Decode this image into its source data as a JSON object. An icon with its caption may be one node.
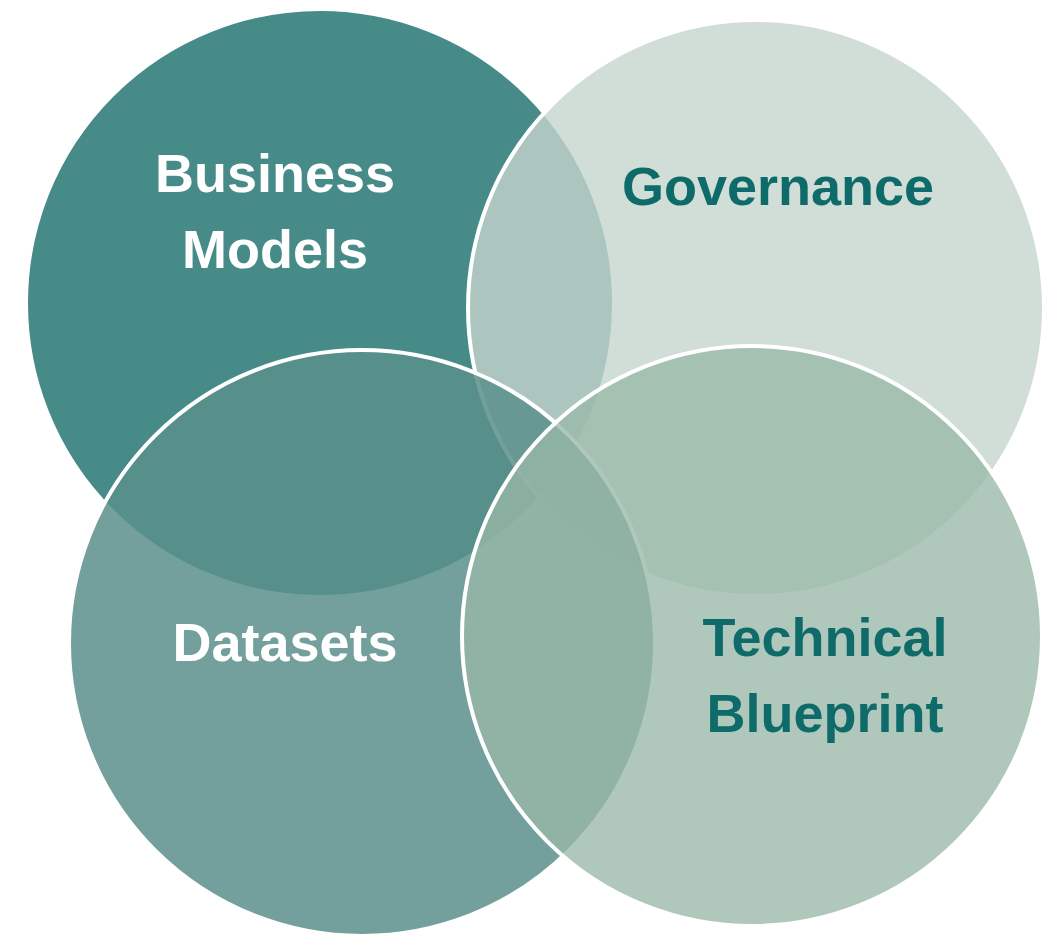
{
  "diagram": {
    "nodes": [
      {
        "text": [
          "Business Models"
        ]
      },
      {
        "text": [
          "Governance"
        ]
      },
      {
        "text": [
          "Datasets"
        ]
      },
      {
        "text": [
          "Technical Blueprint"
        ]
      }
    ]
  }
}
